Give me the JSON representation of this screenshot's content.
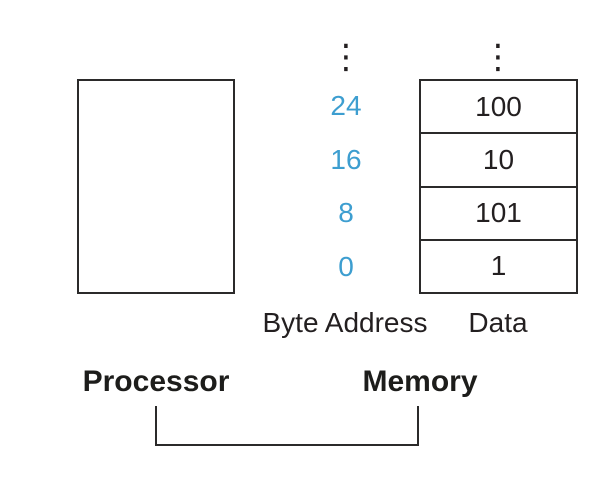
{
  "diagram": {
    "ellipsis": "⋮",
    "processor": {
      "label": "Processor"
    },
    "memory": {
      "label": "Memory",
      "byte_address_column_label": "Byte Address",
      "data_column_label": "Data",
      "rows": [
        {
          "byte_address": "24",
          "data": "100"
        },
        {
          "byte_address": "16",
          "data": "10"
        },
        {
          "byte_address": "8",
          "data": "101"
        },
        {
          "byte_address": "0",
          "data": "1"
        }
      ]
    },
    "colors": {
      "byte_address_text": "#3d9ed0",
      "line": "#2b2a2a",
      "text": "#231f20",
      "background": "#ffffff"
    }
  }
}
